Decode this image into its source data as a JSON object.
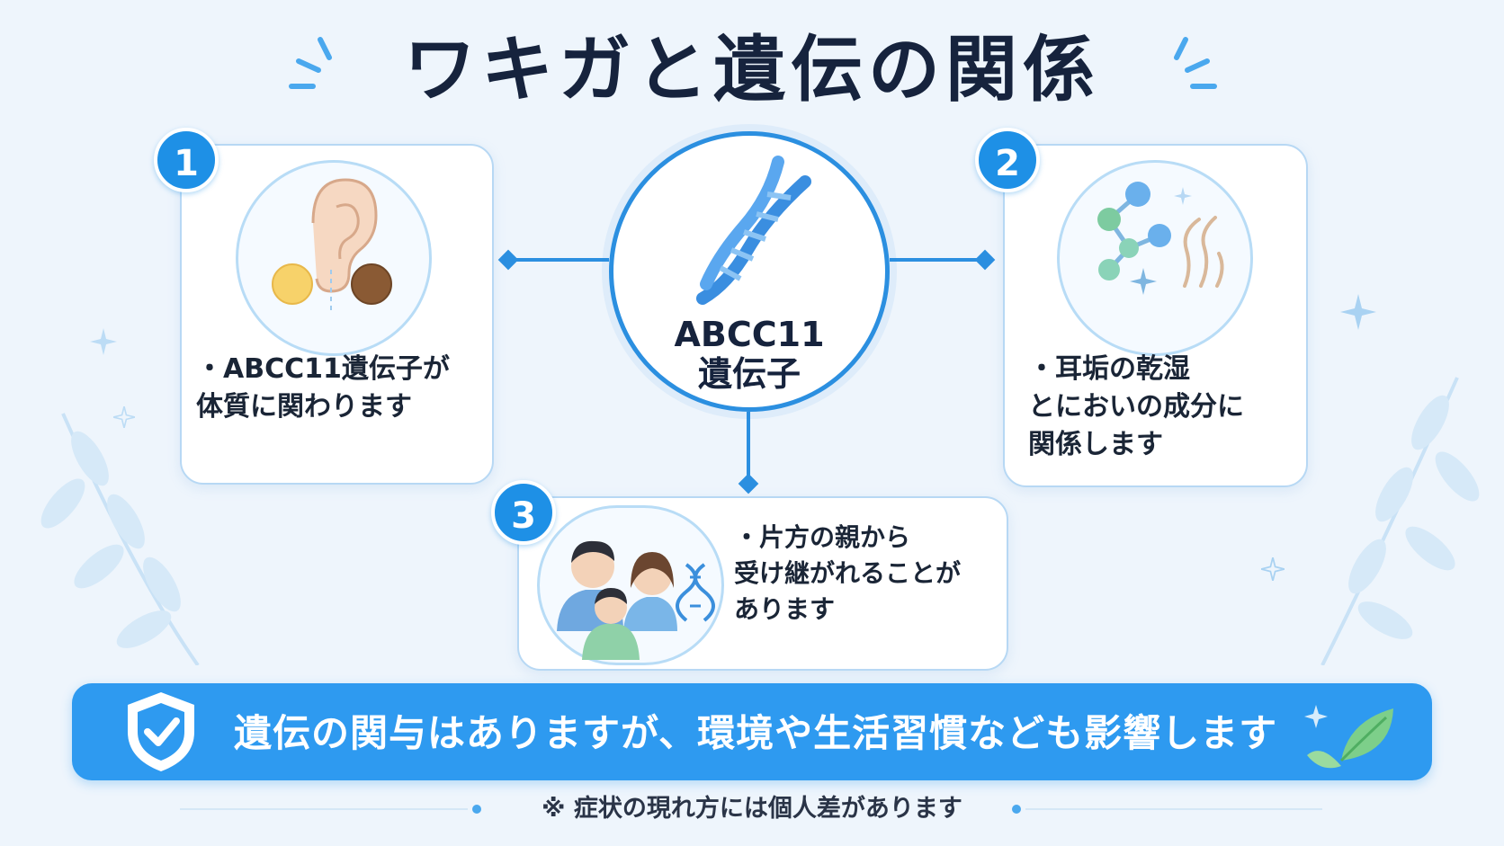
{
  "title": "ワキガと遺伝の関係",
  "center": {
    "label_line1": "ABCC11",
    "label_line2": "遺伝子",
    "icon": "dna-icon"
  },
  "points": [
    {
      "number": "1",
      "text": "・ABCC11遺伝子が\n  体質に関わります",
      "icon": "ear-earwax-icon"
    },
    {
      "number": "2",
      "text": "・耳垢の乾湿\n  とにおいの成分に\n  関係します",
      "icon": "molecule-icon"
    },
    {
      "number": "3",
      "text": "・片方の親から\n  受け継がれることが\n  あります",
      "icon": "family-icon"
    }
  ],
  "banner": {
    "text": "遺伝の関与はありますが、環境や生活習慣なども影響します",
    "icon": "shield-check-icon",
    "deco_icon": "leaf-icon"
  },
  "footnote": "※ 症状の現れ方には個人差があります",
  "colors": {
    "accent": "#1e90e6",
    "banner": "#2e9af0",
    "title": "#16233d",
    "background": "#eef5fc"
  }
}
